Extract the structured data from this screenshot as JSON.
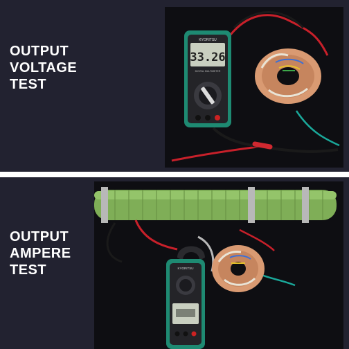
{
  "sections": [
    {
      "title_lines": [
        "OUTPUT",
        "VOLTAGE",
        "TEST"
      ],
      "meter_reading": "33.26"
    },
    {
      "title_lines": [
        "OUTPUT",
        "AMPERE",
        "TEST"
      ]
    }
  ],
  "meter_brand": "KYORITSU",
  "meter_model_text": "DIGITAL MULTIMETER"
}
